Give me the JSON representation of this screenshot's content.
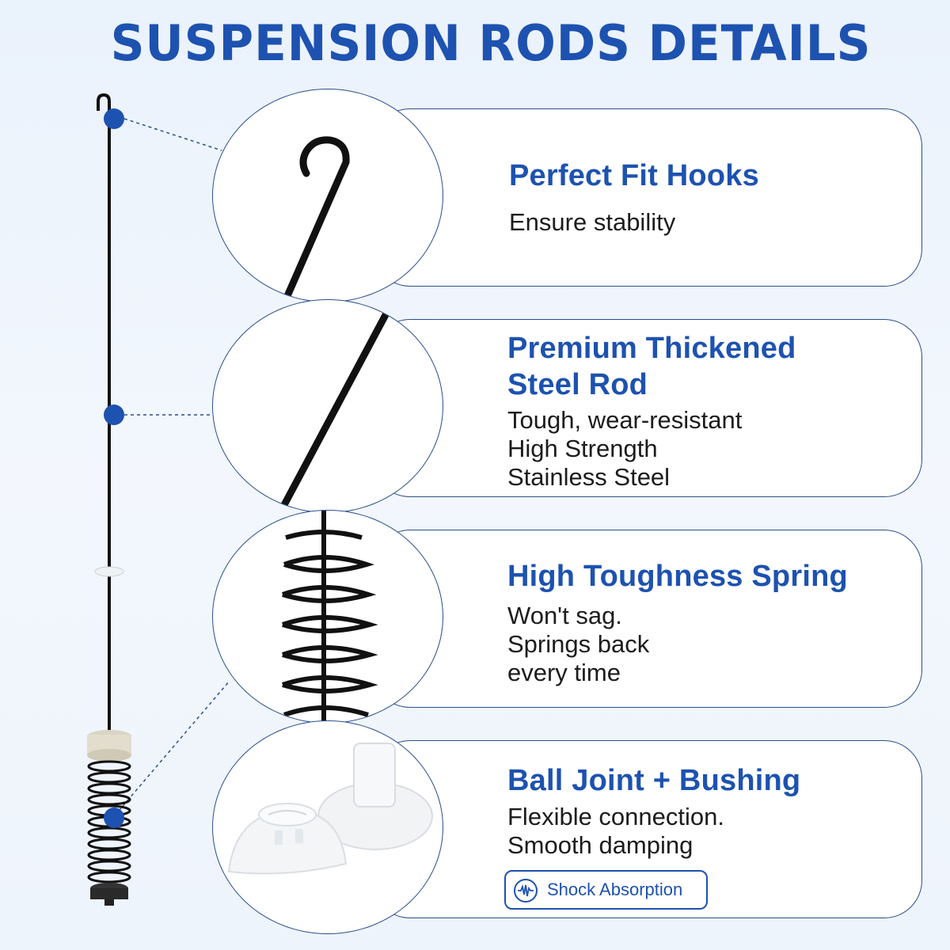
{
  "title": "SUSPENSION RODS DETAILS",
  "colors": {
    "accent": "#1d52b0",
    "border": "#2a4f8c",
    "text": "#1c1c1c"
  },
  "features": [
    {
      "title_lines": [
        "Perfect Fit Hooks"
      ],
      "lines": [
        "Ensure stability"
      ],
      "icon": "hook-closeup"
    },
    {
      "title_lines": [
        "Premium Thickened",
        "Steel Rod"
      ],
      "lines": [
        "Tough, wear-resistant",
        "High Strength",
        "Stainless Steel"
      ],
      "icon": "rod-closeup"
    },
    {
      "title_lines": [
        "High Toughness Spring"
      ],
      "lines": [
        "Won't sag.",
        "Springs back",
        "every time"
      ],
      "icon": "spring-closeup"
    },
    {
      "title_lines": [
        "Ball Joint + Bushing"
      ],
      "lines": [
        "Flexible connection.",
        "Smooth damping"
      ],
      "icon": "bushing-closeup"
    }
  ],
  "badge": {
    "label": "Shock Absorption",
    "icon": "shock-wave-icon"
  }
}
